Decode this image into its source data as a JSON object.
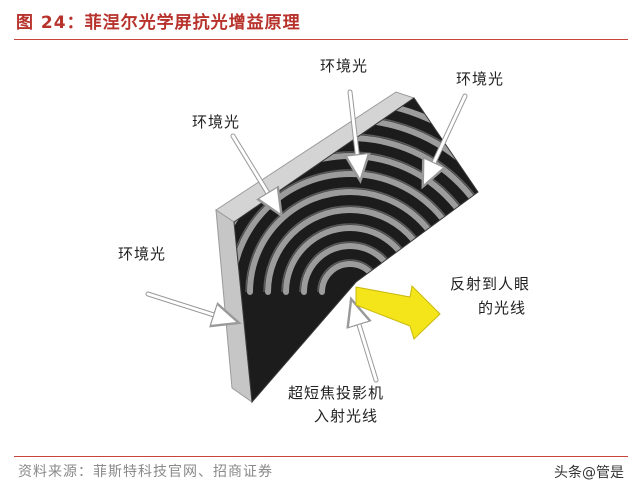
{
  "figure": {
    "title": "图 24：菲涅尔光学屏抗光增益原理"
  },
  "labels": {
    "ambient_1": "环境光",
    "ambient_2": "环境光",
    "ambient_3": "环境光",
    "ambient_4": "环境光",
    "reflect_line1": "反射到人眼",
    "reflect_line2": "的光线",
    "incident_line1": "超短焦投影机",
    "incident_line2": "入射光线"
  },
  "footer": {
    "source": "资料来源：菲斯特科技官网、招商证券",
    "watermark": "头条@管是"
  },
  "colors": {
    "title": "#b8322c",
    "rule": "#c7453c",
    "reflected_arrow": "#f3e51a",
    "screen_dark": "#1c1c1c",
    "ridge_grey": "#9c9c9c"
  }
}
